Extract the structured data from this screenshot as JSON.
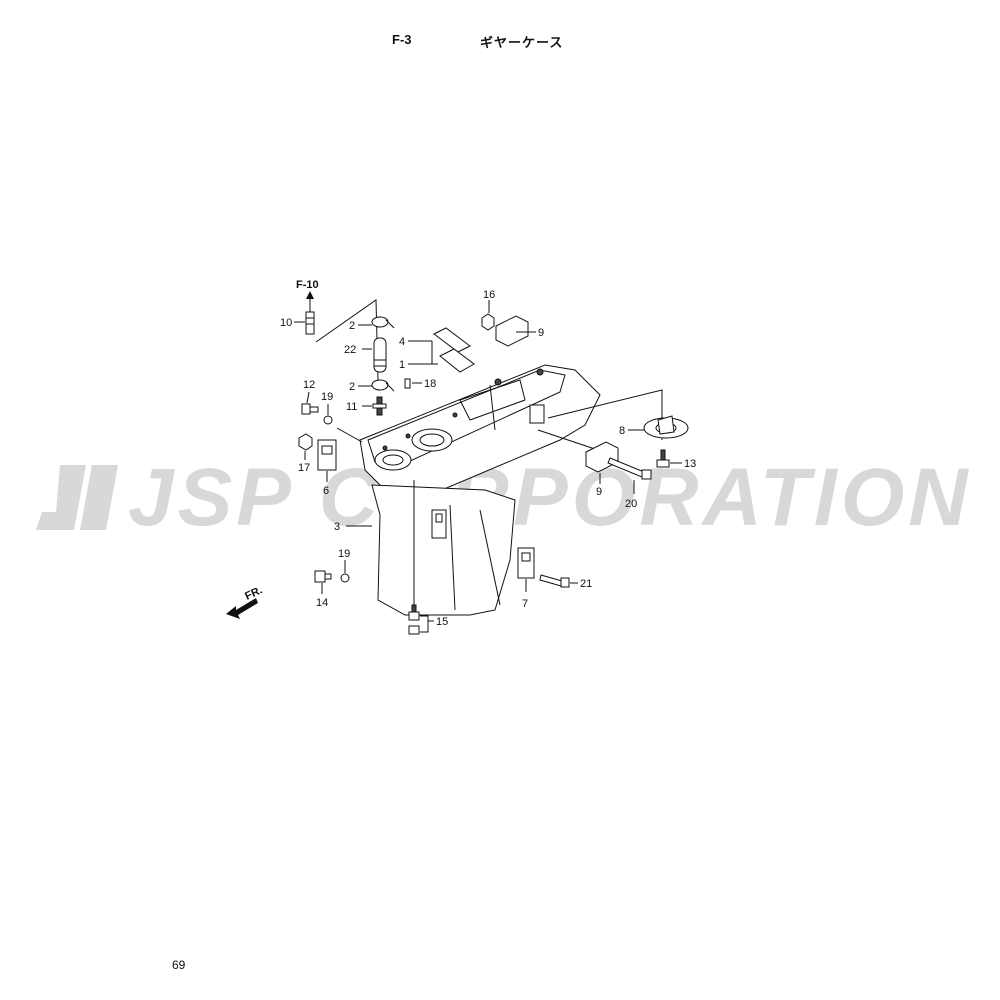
{
  "header": {
    "code": "F-3",
    "title": "ギヤーケース"
  },
  "watermark": {
    "text": "JSP CORPORATION"
  },
  "reference": {
    "text": "F-10"
  },
  "direction": {
    "text": "FR."
  },
  "page_number": "69",
  "callouts": {
    "p1": "1",
    "p2a": "2",
    "p2b": "2",
    "p3": "3",
    "p4": "4",
    "p6": "6",
    "p7": "7",
    "p8": "8",
    "p9a": "9",
    "p9b": "9",
    "p10": "10",
    "p11": "11",
    "p12": "12",
    "p13": "13",
    "p14": "14",
    "p15": "15",
    "p16": "16",
    "p17": "17",
    "p18": "18",
    "p19a": "19",
    "p19b": "19",
    "p20": "20",
    "p21": "21",
    "p22": "22"
  }
}
